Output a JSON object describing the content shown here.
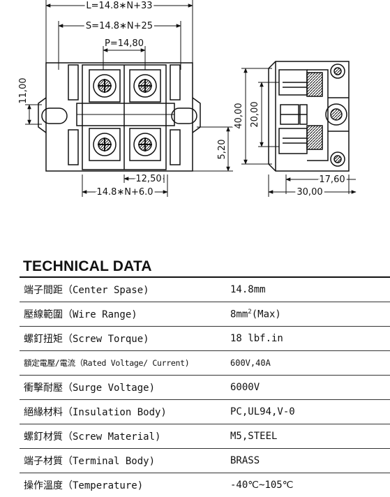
{
  "drawing": {
    "dim_total_length": "L=14.8∗N+33",
    "dim_screw_span": "S=14.8∗N+25",
    "dim_pitch": "P=14,80",
    "dim_height_left": "11,00",
    "dim_side_offset": "5,20",
    "dim_pin_offset": "12,50",
    "dim_base_length": "14.8∗N+6.0",
    "dim_total_height": "40,00",
    "dim_inner_height": "20,00",
    "dim_side_depth": "17,60",
    "dim_side_width": "30,00"
  },
  "section_title": "TECHNICAL DATA",
  "specs": [
    {
      "label": "端子間距（Center Spase)",
      "value": "14.8mm"
    },
    {
      "label": "壓線範圍（Wire Range)",
      "value": "8mm",
      "sup": "2",
      "value_suffix": "(Max)"
    },
    {
      "label": "螺釘扭矩（Screw Torque)",
      "value": "18 lbf.in"
    },
    {
      "label": "額定電壓/電流（Rated Voltage/ Current)",
      "value": "600V,40A"
    },
    {
      "label": "衝擊耐壓（Surge Voltage)",
      "value": "6000V"
    },
    {
      "label": "絕緣材料（Insulation Body)",
      "value": "PC,UL94,V-0"
    },
    {
      "label": "螺釘材質（Screw Material)",
      "value": "M5,STEEL"
    },
    {
      "label": "端子材質（Terminal Body)",
      "value": "BRASS"
    },
    {
      "label": "操作溫度（Temperature)",
      "value": "-40℃~105℃"
    }
  ]
}
